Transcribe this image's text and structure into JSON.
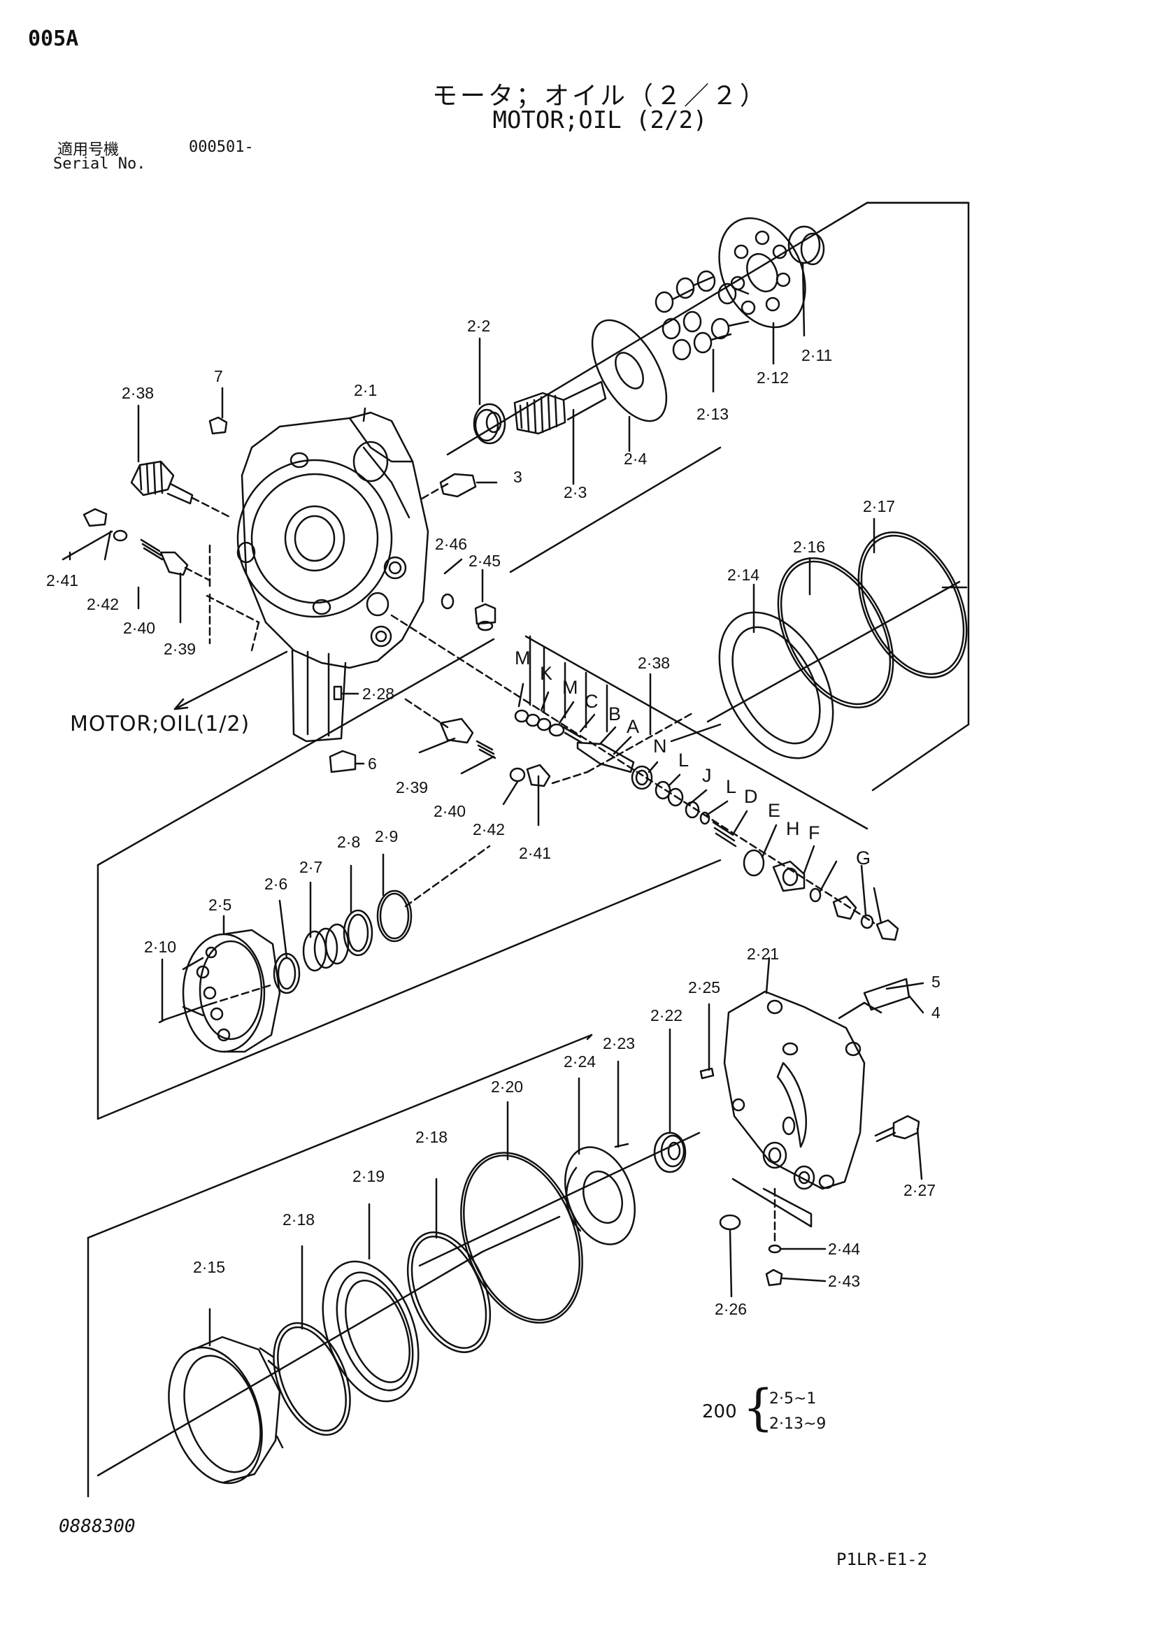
{
  "header": {
    "page_id": "005A",
    "title_jp": "モータ；オイル（２／２）",
    "title_en": "MOTOR;OIL (2/2)",
    "serial_label_jp": "適用号機",
    "serial_value": "000501-",
    "serial_label_en": "Serial No."
  },
  "cross_reference": "MOTOR;OIL(1/2)",
  "kit": {
    "qty": "200",
    "items": [
      "2·5~1",
      "2·13~9"
    ]
  },
  "footer": {
    "drawing_number": "0888300",
    "sheet_code": "P1LR-E1-2"
  },
  "part_labels": {
    "p2_2": "2·2",
    "p7": "7",
    "p2_38a": "2·38",
    "p2_1": "2·1",
    "p2_11": "2·11",
    "p2_12": "2·12",
    "p2_13": "2·13",
    "p2_4": "2·4",
    "p2_3": "2·3",
    "p3": "3",
    "p2_46": "2·46",
    "p2_45": "2·45",
    "p2_41a": "2·41",
    "p2_42a": "2·42",
    "p2_40a": "2·40",
    "p2_39a": "2·39",
    "p2_28": "2·28",
    "p6": "6",
    "p2_17": "2·17",
    "p2_16": "2·16",
    "p2_14": "2·14",
    "p2_38b": "2·38",
    "lM1": "M",
    "lK": "K",
    "lM2": "M",
    "lC": "C",
    "lB": "B",
    "lA": "A",
    "lN": "N",
    "lL1": "L",
    "lJ": "J",
    "lL2": "L",
    "lD": "D",
    "lE": "E",
    "lH": "H",
    "lF": "F",
    "lG": "G",
    "p2_39b": "2·39",
    "p2_40b": "2·40",
    "p2_42b": "2·42",
    "p2_41b": "2·41",
    "p2_8": "2·8",
    "p2_9": "2·9",
    "p2_6": "2·6",
    "p2_7": "2·7",
    "p2_5": "2·5",
    "p2_10": "2·10",
    "p2_21": "2·21",
    "p5": "5",
    "p4": "4",
    "p2_25": "2·25",
    "p2_22": "2·22",
    "p2_23": "2·23",
    "p2_24": "2·24",
    "p2_20": "2·20",
    "p2_18a": "2·18",
    "p2_19": "2·19",
    "p2_18b": "2·18",
    "p2_15": "2·15",
    "p2_27": "2·27",
    "p2_44": "2·44",
    "p2_43": "2·43",
    "p2_26": "2·26"
  }
}
